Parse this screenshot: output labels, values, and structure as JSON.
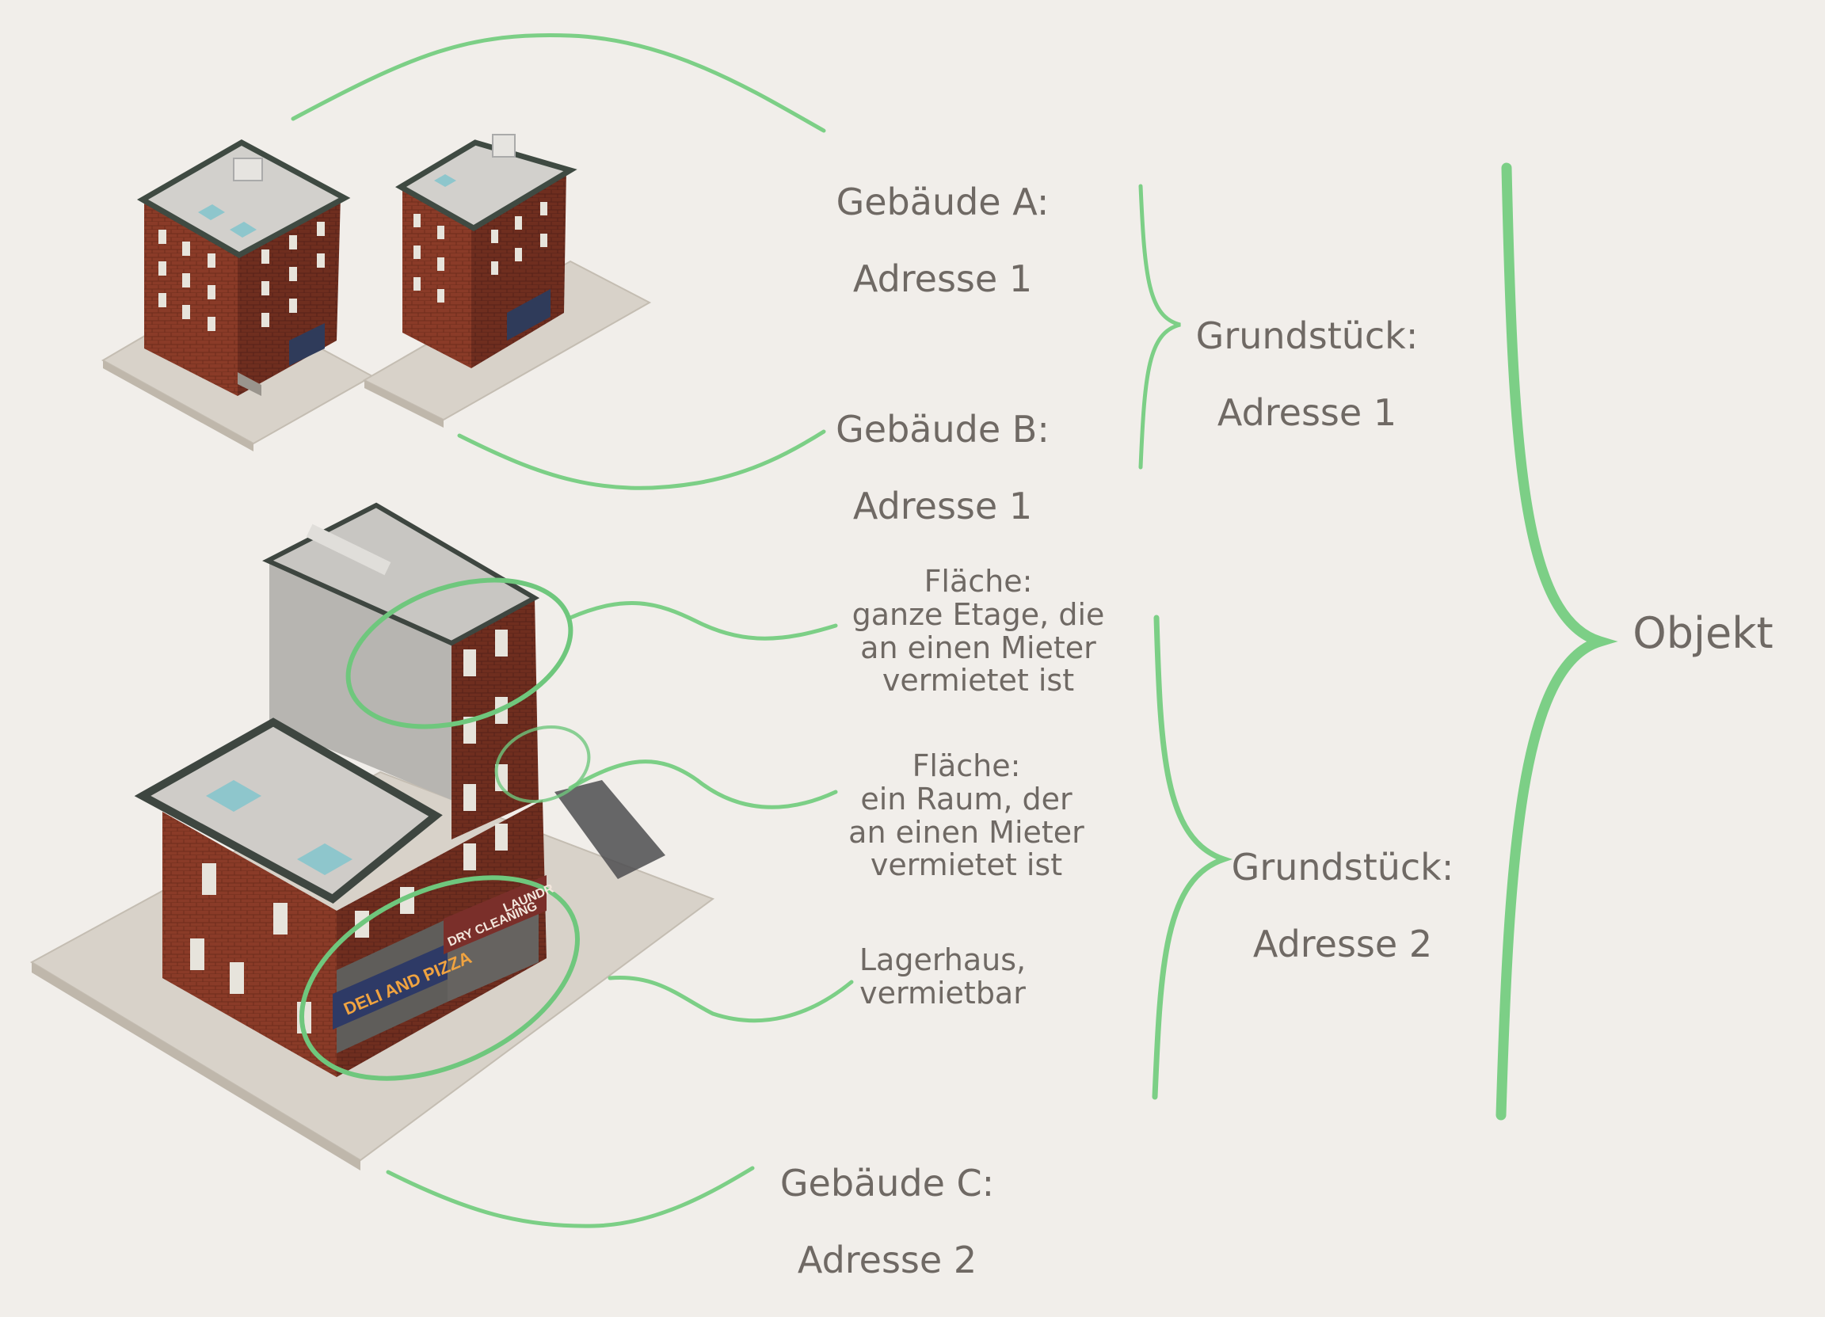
{
  "labels": {
    "gebaeude_a": {
      "title": "Gebäude A:",
      "address": "Adresse 1"
    },
    "gebaeude_b": {
      "title": "Gebäude B:",
      "address": "Adresse 1"
    },
    "gebaeude_c": {
      "title": "Gebäude C:",
      "address": "Adresse 2"
    },
    "grundstueck_1": {
      "title": "Grundstück:",
      "address": "Adresse 1"
    },
    "grundstueck_2": {
      "title": "Grundstück:",
      "address": "Adresse 2"
    },
    "flaeche_etage": "Fläche:\nganze Etage, die\nan einen Mieter\nvermietet ist",
    "flaeche_raum": "Fläche:\nein Raum, der\nan einen Mieter\nvermietet ist",
    "lagerhaus": "Lagerhaus,\nvermietbar",
    "objekt": "Objekt"
  },
  "storefront_signs": [
    "DELI AND PIZZA",
    "DRY CLEANING",
    "LAUNDR"
  ],
  "colors": {
    "background": "#f1eeea",
    "connector_green": "#7ccf86",
    "text": "#6f6964",
    "brick": "#8b3d2a",
    "roof": "#cfcdca",
    "plot": "#d8d2c9"
  }
}
